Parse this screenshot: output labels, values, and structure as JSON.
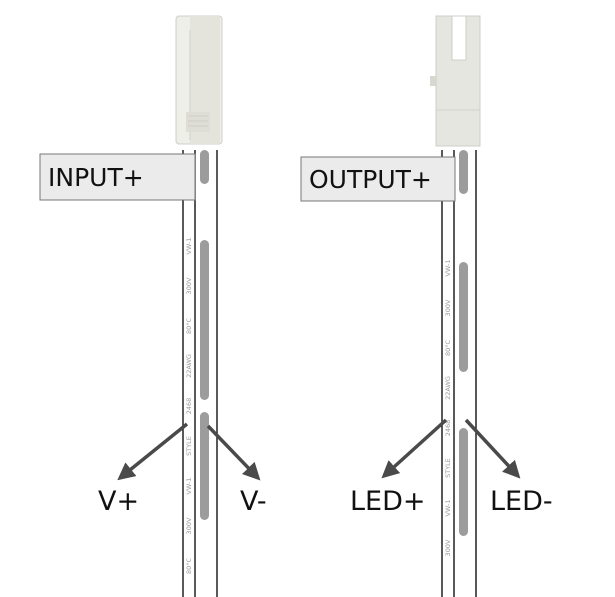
{
  "left": {
    "box_label": "INPUT+",
    "left_lead": "V+",
    "right_lead": "V-",
    "cable_print": [
      "VW-1",
      "300V",
      "80°C",
      "22AWG",
      "2468",
      "STYLE",
      "VW-1",
      "300V",
      "80°C"
    ]
  },
  "right": {
    "box_label": "OUTPUT+",
    "left_lead": "LED+",
    "right_lead": "LED-",
    "cable_print": [
      "VW-1",
      "300V",
      "80°C",
      "22AWG",
      "2468",
      "STYLE",
      "VW-1",
      "300V"
    ]
  },
  "colors": {
    "connector": "#efefe9",
    "connector_shade": "#d9d9d2",
    "label_box": "#ebebeb",
    "wire_stripe": "#9c9c9c",
    "arrow": "#4a4a4a"
  }
}
